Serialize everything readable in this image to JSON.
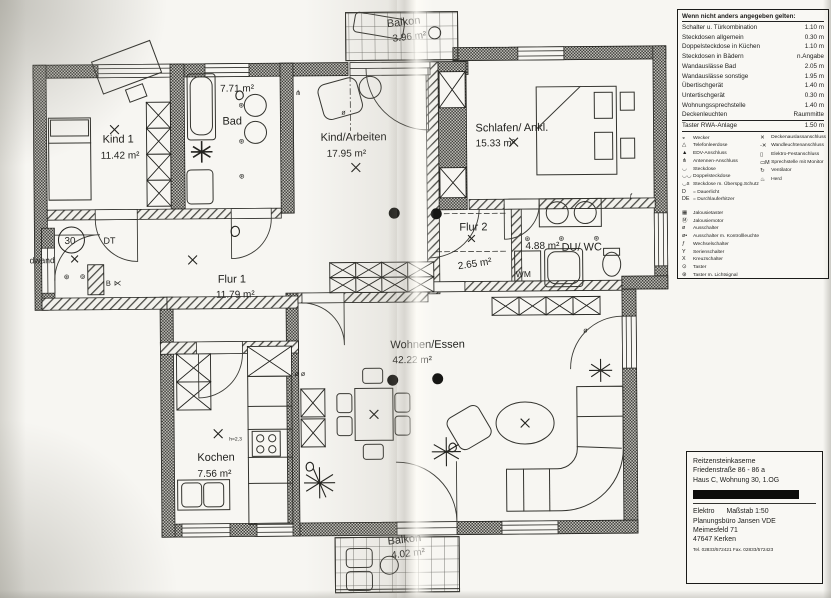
{
  "plan": {
    "rooms": [
      {
        "name": "Balkon",
        "area": "3.96 m²"
      },
      {
        "name": "Kind 1",
        "area": "11.42 m²"
      },
      {
        "name": "Bad",
        "area": "7.71 m²"
      },
      {
        "name": "Kind/Arbeiten",
        "area": "17.95 m²"
      },
      {
        "name": "Schlafen/ Ankl.",
        "area": "15.33 m²"
      },
      {
        "name": "Flur 1",
        "area": "11.79 m²"
      },
      {
        "name": "Flur 2",
        "area": "2.65 m²"
      },
      {
        "name": "DU/ WC",
        "area": "4.88 m²"
      },
      {
        "name": "Wohnen/Essen",
        "area": "42.22 m²"
      },
      {
        "name": "Kochen",
        "area": "7.56 m²"
      },
      {
        "name": "Balkon",
        "area": "4.02 m²"
      }
    ],
    "annotations": {
      "apartment_number": "30",
      "door_label": "DT",
      "wall_label": "dwand",
      "washer_label": "WM",
      "height_note": "h=2,3",
      "junction_label": "B"
    }
  },
  "legend": {
    "title": "Wenn nicht anders angegeben gelten:",
    "heights": [
      {
        "label": "Schalter u. Türkombination",
        "value": "1.10 m"
      },
      {
        "label": "Steckdosen allgemein",
        "value": "0.30 m"
      },
      {
        "label": "Doppelsteckdose in Küchen",
        "value": "1.10 m"
      },
      {
        "label": "Steckdosen in Bädern",
        "value": "n.Angabe"
      },
      {
        "label": "Wandauslässe Bad",
        "value": "2.05 m"
      },
      {
        "label": "Wandauslässe sonstige",
        "value": "1.95 m"
      },
      {
        "label": "Übertischgerät",
        "value": "1.40 m"
      },
      {
        "label": "Untertischgerät",
        "value": "0.30 m"
      },
      {
        "label": "Wohnungssprechstelle",
        "value": "1.40 m"
      },
      {
        "label": "Deckenleuchten",
        "value": "Raummitte"
      },
      {
        "label": "Taster RWA-Anlage",
        "value": "1.50 m"
      }
    ],
    "symbols_left": [
      {
        "icon": "◒",
        "label": "Wecker"
      },
      {
        "icon": "△",
        "label": "Telefonleerdose"
      },
      {
        "icon": "▲",
        "label": "EDV-Anschluss"
      },
      {
        "icon": "⋔",
        "label": "Antennen-Anschluss"
      },
      {
        "icon": "◡",
        "label": "Steckdose"
      },
      {
        "icon": "◡◡",
        "label": "Doppelsteckdose"
      },
      {
        "icon": "◡s",
        "label": "Steckdose m. Überspg.Schutz"
      },
      {
        "icon": "D",
        "label": "= Dauerlicht"
      },
      {
        "icon": "DE",
        "label": "= Durchlauferhitzer"
      },
      {
        "icon": "▦",
        "label": "Jalousietaster"
      },
      {
        "icon": "Ⓜ",
        "label": "Jalousiemotor"
      },
      {
        "icon": "ø",
        "label": "Ausschalter"
      },
      {
        "icon": "ø•",
        "label": "Ausschalter m. Kontrollleuchte"
      },
      {
        "icon": "ƒ",
        "label": "Wechselschalter"
      },
      {
        "icon": "Y",
        "label": "Serienschalter"
      },
      {
        "icon": "X",
        "label": "Kreuzschalter"
      },
      {
        "icon": "⊙",
        "label": "Taster"
      },
      {
        "icon": "⊛",
        "label": "Taster m. Lichtsignal"
      }
    ],
    "symbols_right": [
      {
        "icon": "✕",
        "label": "Deckenauslassanschluss"
      },
      {
        "icon": "-✕",
        "label": "Wandleuchtenanschluss"
      },
      {
        "icon": "▯",
        "label": "Elektro-Festanschluss"
      },
      {
        "icon": "▭M",
        "label": "Sprechstelle mit Monitor"
      },
      {
        "icon": "↻",
        "label": "Ventilator"
      },
      {
        "icon": "♨",
        "label": "Herd"
      }
    ]
  },
  "titleblock": {
    "project": "Reitzensteinkaserne",
    "address": "Friedenstraße 86 - 86 a",
    "unit": "Haus C, Wohnung 30, 1.OG",
    "trade": "Elektro",
    "scale": "Maßstab 1:50",
    "office": "Planungsbüro Jansen VDE",
    "street": "Meimesfeld 71",
    "city": "47647 Kerken",
    "phone": "Tel. 02833/572421 Fax. 02833/572423"
  }
}
